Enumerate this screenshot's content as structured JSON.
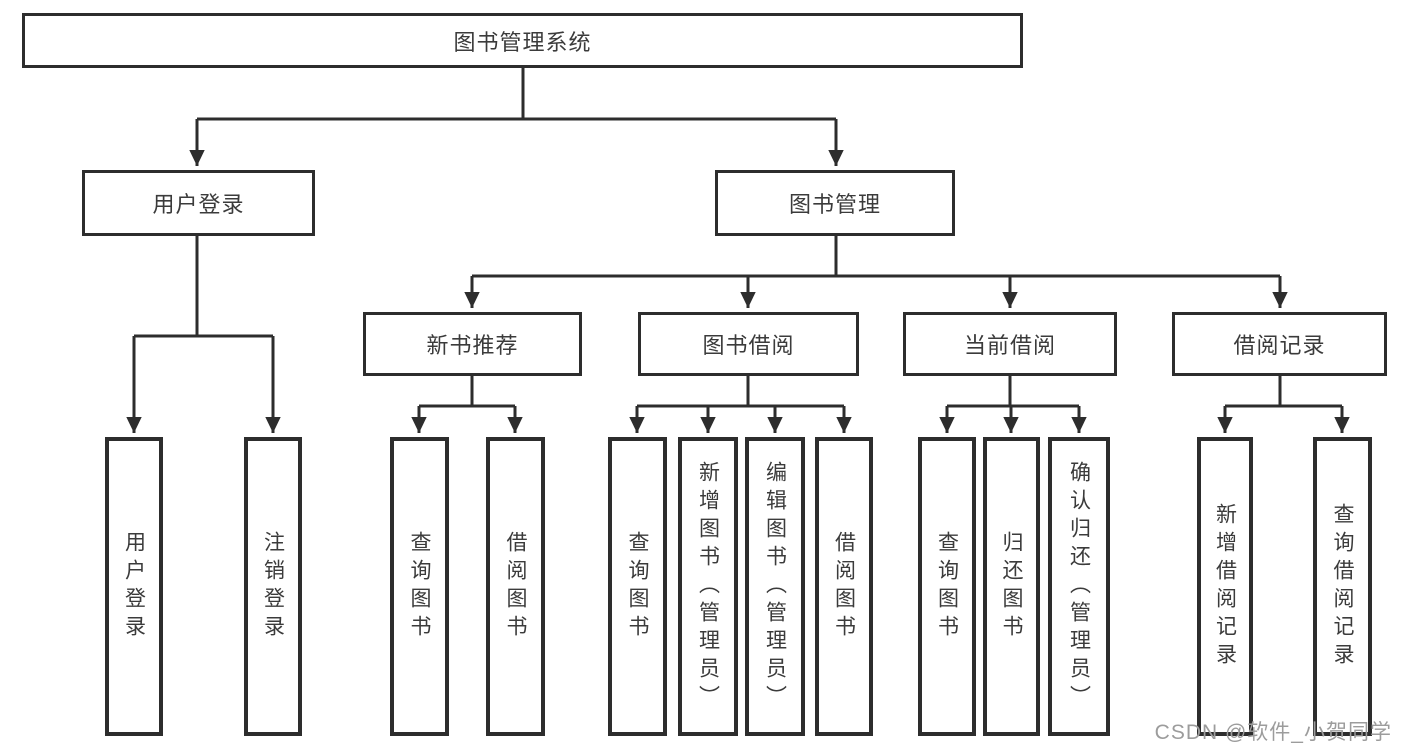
{
  "nodes": {
    "root": "图书管理系统",
    "user_login": "用户登录",
    "book_management": "图书管理",
    "new_book_recommend": "新书推荐",
    "book_borrowing": "图书借阅",
    "current_borrowing": "当前借阅",
    "borrowing_records": "借阅记录",
    "leaf_user_login": "用户登录",
    "leaf_logout": "注销登录",
    "leaf_query_books_a": "查询图书",
    "leaf_borrow_books_a": "借阅图书",
    "leaf_query_books_b": "查询图书",
    "leaf_add_books_admin": "新增图书（管理员）",
    "leaf_edit_books_admin": "编辑图书（管理员）",
    "leaf_borrow_books_b": "借阅图书",
    "leaf_query_books_c": "查询图书",
    "leaf_return_books": "归还图书",
    "leaf_confirm_return_admin": "确认归还（管理员）",
    "leaf_add_borrow_record": "新增借阅记录",
    "leaf_query_borrow_record": "查询借阅记录"
  },
  "watermark": "CSDN @软件_小贺同学",
  "colors": {
    "line": "#2d2d2d",
    "text": "#3b3b3b",
    "watermark": "#9c9c9c",
    "background": "#ffffff"
  }
}
